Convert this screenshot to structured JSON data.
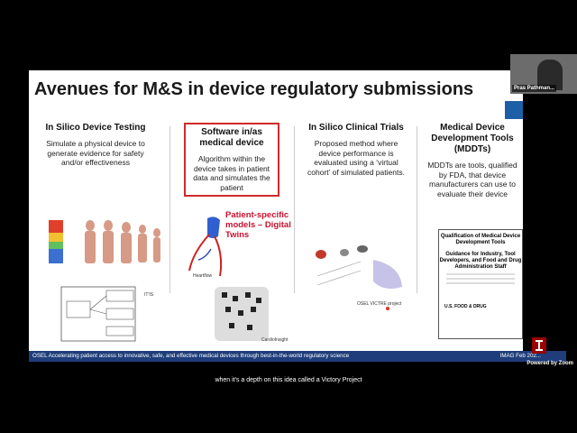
{
  "slide": {
    "title": "Avenues for M&S in device regulatory submissions",
    "columns": [
      {
        "heading": "In Silico Device Testing",
        "body": "Simulate a physical device to generate evidence for safety and/or effectiveness"
      },
      {
        "heading": "Software in/as medical device",
        "body": "Algorithm within the device takes in patient data and simulates the patient"
      },
      {
        "heading": "In Silico Clinical Trials",
        "body": "Proposed method where device performance is evaluated using a ‘virtual cohort’ of simulated patients."
      },
      {
        "heading": "Medical Device Development Tools (MDDTs)",
        "body": "MDDTs are tools, qualified by FDA, that device manufacturers can use to evaluate their device"
      }
    ],
    "images": {
      "itis": "IT'IS",
      "heartflow": "Heartflow",
      "cardioinsight": "CardioInsight",
      "patient_specific": "Patient-specific models – Digital Twins",
      "osel_victre": "OSEL VICTRE project",
      "doc_title": "Qualification of Medical Device Development Tools",
      "doc_subtitle": "Guidance for Industry, Tool Developers, and Food and Drug Administration Staff",
      "doc_agency": "U.S. FOOD & DRUG"
    },
    "footer_left": "OSEL Accelerating patient access to innovative, safe, and effective medical devices through best-in-the-world regulatory science",
    "footer_right": "IMAG Feb 202..."
  },
  "participant": {
    "name": "Pras Pathman..."
  },
  "zoom_badge": "Powered by Zoom",
  "caption": "when it's a depth on this idea called a Victory Project",
  "colors": {
    "accent_blue": "#1d5fa7",
    "footer_navy": "#1f3d7a",
    "highlight_red": "#d12a2a"
  }
}
